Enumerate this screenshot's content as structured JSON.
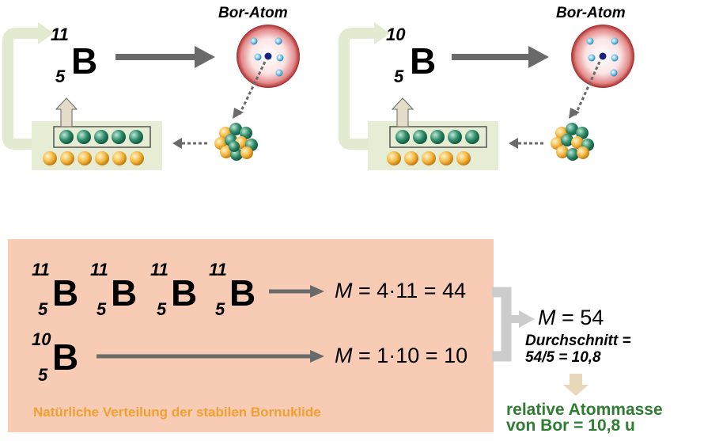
{
  "top": {
    "panels": [
      {
        "atom_label": "Bor-Atom",
        "mass_number": "11",
        "atomic_number": "5",
        "symbol": "B"
      },
      {
        "atom_label": "Bor-Atom",
        "mass_number": "10",
        "atomic_number": "5",
        "symbol": "B"
      }
    ]
  },
  "bottom": {
    "isotopes_row1": [
      {
        "mass_number": "11",
        "atomic_number": "5",
        "symbol": "B"
      },
      {
        "mass_number": "11",
        "atomic_number": "5",
        "symbol": "B"
      },
      {
        "mass_number": "11",
        "atomic_number": "5",
        "symbol": "B"
      },
      {
        "mass_number": "11",
        "atomic_number": "5",
        "symbol": "B"
      }
    ],
    "isotope_row2": {
      "mass_number": "10",
      "atomic_number": "5",
      "symbol": "B"
    },
    "formula1": {
      "var": "M",
      "expr": " = 4·11 = 44"
    },
    "formula2": {
      "var": "M",
      "expr": " = 1·10 = 10"
    },
    "sum": {
      "var": "M",
      "expr": " = 54"
    },
    "average_line1": "Durchschnitt =",
    "average_line2": "54/5 = 10,8",
    "caption": "Natürliche Verteilung der stabilen Bornuklide",
    "result_line1": "relative Atommasse",
    "result_line2": "von Bor = 10,8 u"
  },
  "colors": {
    "proton": "#2e8b6a",
    "neutron": "#f5b840",
    "panel_bg": "#f8cbb4",
    "frame_bg": "#e6edd4",
    "arrow": "#6a6a6a",
    "caption": "#f0a030",
    "result": "#2e7d32"
  }
}
